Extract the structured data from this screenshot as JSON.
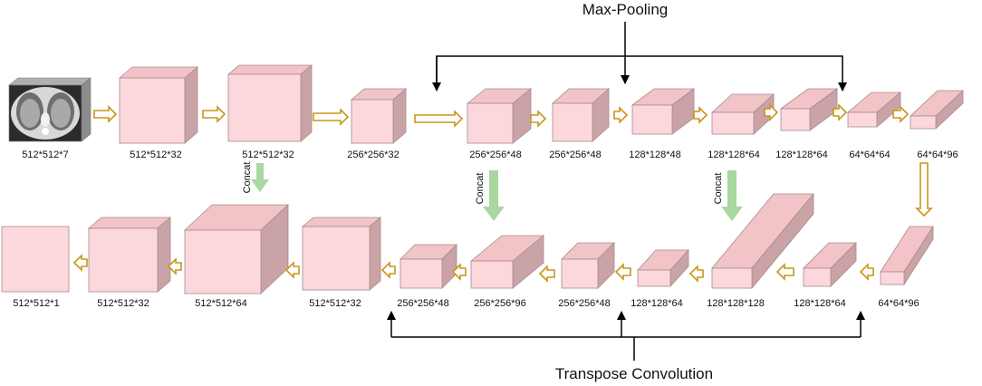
{
  "titles": {
    "top": "Max-Pooling",
    "bottom": "Transpose Convolution",
    "concat": "Concat"
  },
  "encoder": [
    {
      "id": "input",
      "label": "512*512*7",
      "kind": "ct-image"
    },
    {
      "id": "enc1",
      "label": "512*512*32"
    },
    {
      "id": "enc2",
      "label": "512*512*32"
    },
    {
      "id": "enc3",
      "label": "256*256*32"
    },
    {
      "id": "enc4",
      "label": "256*256*48"
    },
    {
      "id": "enc5",
      "label": "256*256*48"
    },
    {
      "id": "enc6",
      "label": "128*128*48"
    },
    {
      "id": "enc7",
      "label": "128*128*64"
    },
    {
      "id": "enc8",
      "label": "128*128*64"
    },
    {
      "id": "enc9",
      "label": "64*64*64"
    },
    {
      "id": "enc10",
      "label": "64*64*96"
    }
  ],
  "decoder": [
    {
      "id": "dec1",
      "label": "64*64*96"
    },
    {
      "id": "dec2",
      "label": "128*128*64"
    },
    {
      "id": "dec3",
      "label": "128*128*128"
    },
    {
      "id": "dec4",
      "label": "128*128*64"
    },
    {
      "id": "dec5",
      "label": "256*256*48"
    },
    {
      "id": "dec6",
      "label": "256*256*96"
    },
    {
      "id": "dec7",
      "label": "256*256*48"
    },
    {
      "id": "dec8",
      "label": "512*512*32"
    },
    {
      "id": "dec9",
      "label": "512*512*64"
    },
    {
      "id": "dec10",
      "label": "512*512*32"
    },
    {
      "id": "output",
      "label": "512*512*1",
      "kind": "flat"
    }
  ],
  "colors": {
    "block_front": "#fcd8dc",
    "block_top": "#f2c4c7",
    "block_side": "#c9a3a6",
    "block_edge": "#a88a8c",
    "flow_arrow": "#c8961a",
    "concat_arrow": "#a8d8a0",
    "line": "#000000"
  }
}
